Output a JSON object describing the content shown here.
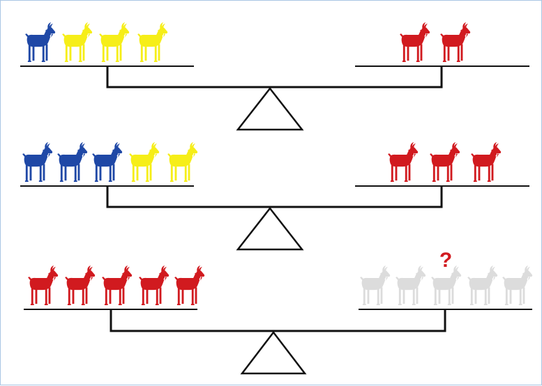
{
  "colors": {
    "blue": "#1f48a6",
    "yellow": "#f6ee18",
    "red": "#d11a1f",
    "gray": "#dcdcdc",
    "line": "#111111",
    "frame": "#a9c6e4",
    "question": "#d11a1f"
  },
  "icons": {
    "animal": "goat-icon",
    "fulcrum": "triangle-fulcrum"
  },
  "scales": [
    {
      "name": "scale-1",
      "left_pan": [
        "blue",
        "yellow",
        "yellow",
        "yellow"
      ],
      "right_pan": [
        "red",
        "red"
      ]
    },
    {
      "name": "scale-2",
      "left_pan": [
        "blue",
        "blue",
        "blue",
        "yellow",
        "yellow"
      ],
      "right_pan": [
        "red",
        "red",
        "red"
      ]
    },
    {
      "name": "scale-3",
      "left_pan": [
        "red",
        "red",
        "red",
        "red",
        "red"
      ],
      "right_pan": [
        "gray",
        "gray",
        "gray",
        "gray",
        "gray"
      ],
      "question": "?"
    }
  ]
}
